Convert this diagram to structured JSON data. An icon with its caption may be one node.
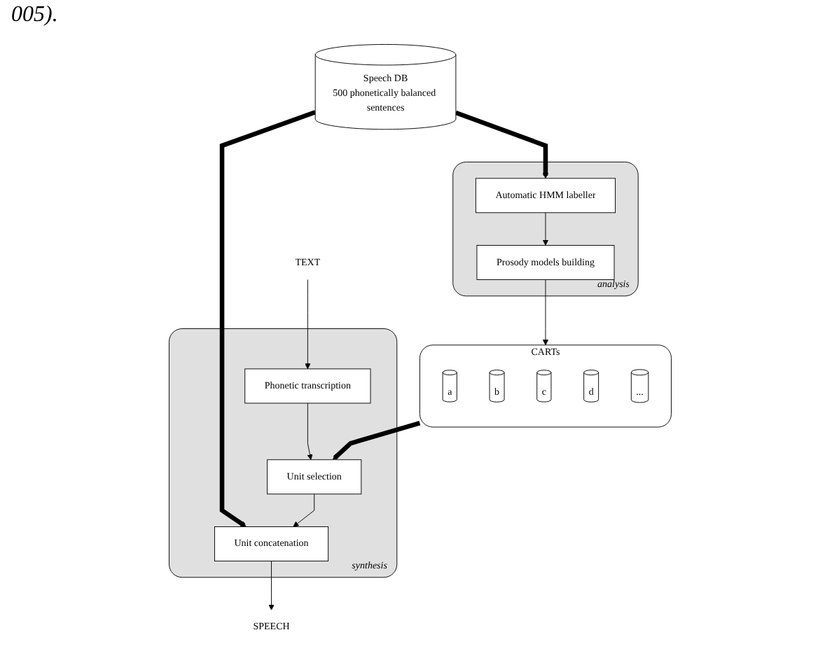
{
  "diagram": {
    "nodes": [
      {
        "text": [
          "analysis"
        ]
      },
      {
        "text": [
          "Automatic HMM labeller"
        ],
        "in": 0
      },
      {
        "text": [
          "Prosody models building"
        ],
        "in": 0
      },
      {
        "text": [
          "Speech DB",
          "500 phonetically balanced sentences"
        ]
      },
      {
        "text": [
          "CARTs"
        ]
      },
      {
        "text": [
          "a"
        ],
        "in": 4
      },
      {
        "text": [
          "b"
        ],
        "in": 4
      },
      {
        "text": [
          "c"
        ],
        "in": 4
      },
      {
        "text": [
          "d"
        ],
        "in": 4
      },
      {
        "text": [
          "..."
        ],
        "in": 4
      },
      {
        "text": [
          "synthesis"
        ]
      },
      {
        "text": [
          "Unit concatenation"
        ],
        "in": 10
      },
      {
        "text": [
          "Unit selection"
        ],
        "in": 10
      },
      {
        "text": [
          "Phonetic transcription"
        ],
        "in": 10
      },
      {
        "text": [
          "SPEECH"
        ]
      },
      {
        "text": [
          "TEXT"
        ]
      }
    ],
    "edges": [
      {
        "from": 3,
        "to": 1,
        "arrow": "to",
        "style": "thick"
      },
      {
        "from": 3,
        "to": 11,
        "arrow": "to",
        "style": "thick"
      },
      {
        "from": 1,
        "to": 2,
        "arrow": "to"
      },
      {
        "from": 2,
        "to": 4,
        "arrow": "to"
      },
      {
        "from": 4,
        "to": 12,
        "arrow": "to",
        "style": "thick"
      },
      {
        "from": 15,
        "to": 13,
        "arrow": "to"
      },
      {
        "from": 13,
        "to": 12,
        "arrow": "to"
      },
      {
        "from": 12,
        "to": 11,
        "arrow": "to"
      },
      {
        "from": 11,
        "to": 14,
        "arrow": "to"
      }
    ],
    "labels": [
      "005)."
    ]
  }
}
